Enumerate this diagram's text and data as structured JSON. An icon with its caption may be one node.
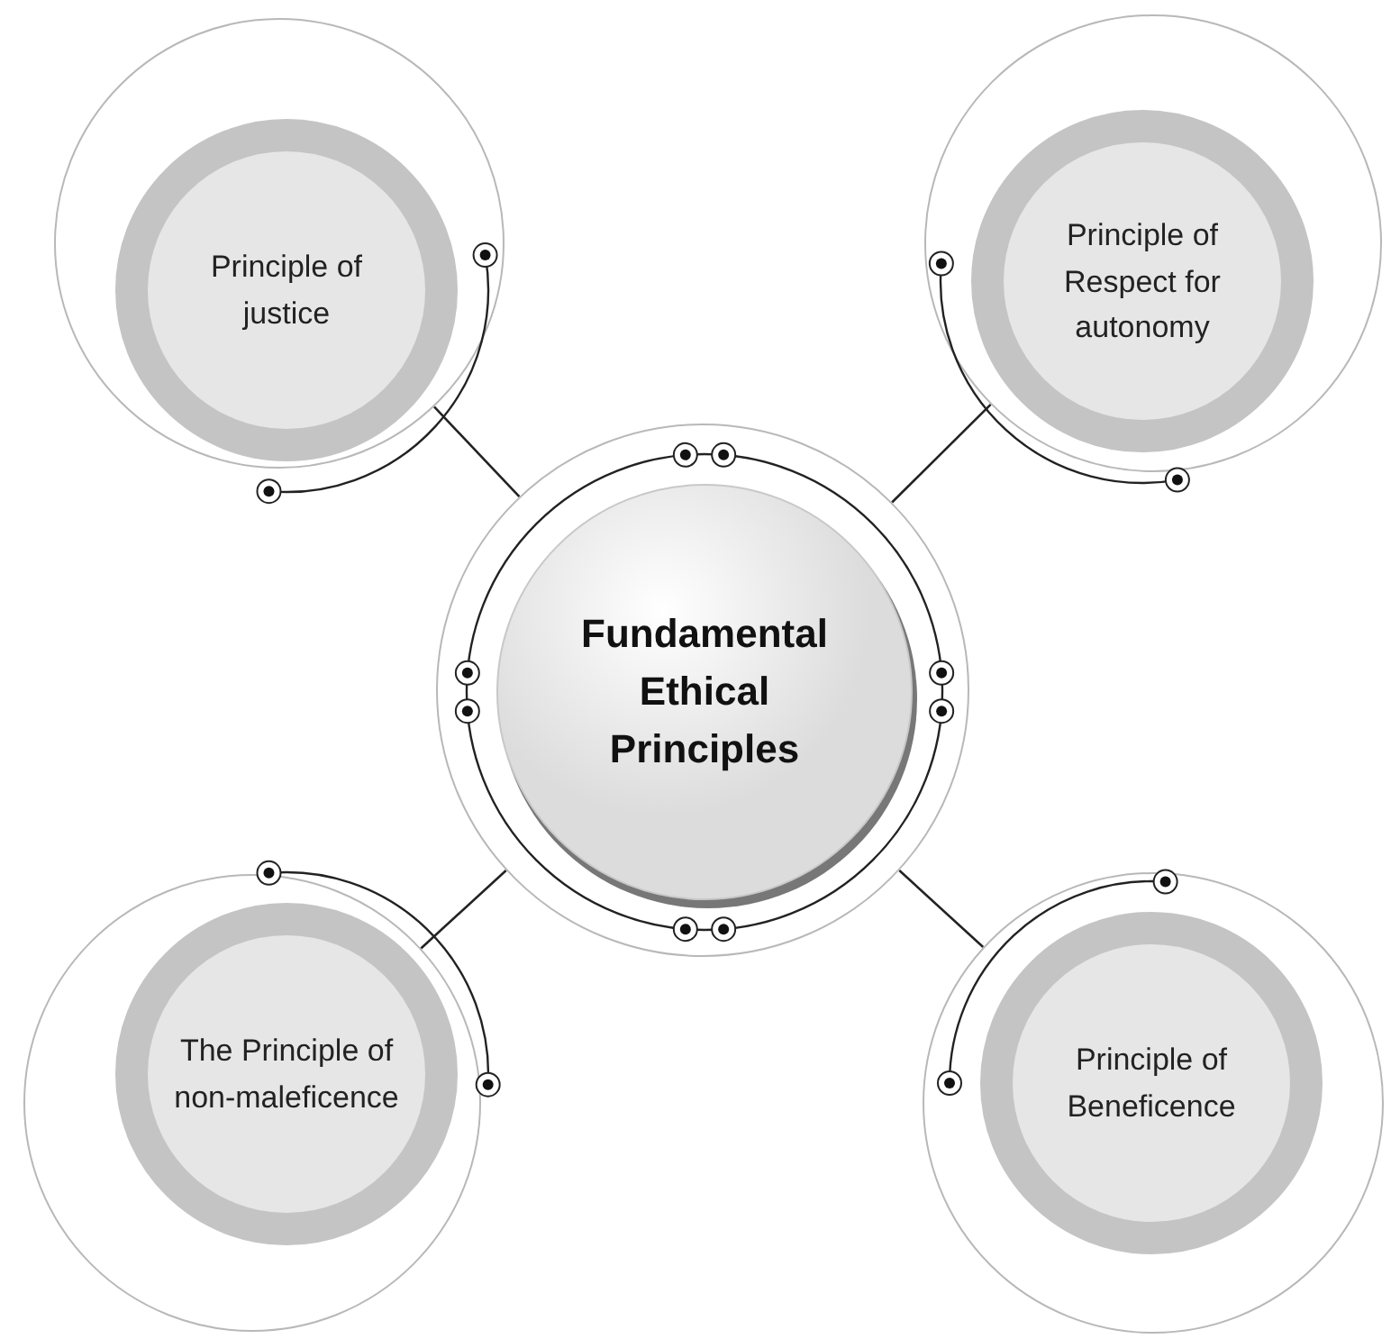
{
  "diagram": {
    "nodes": [
      {
        "text": [
          "Fundamental Ethical Principles"
        ]
      },
      {
        "text": [
          "Principle of justice"
        ]
      },
      {
        "text": [
          "Principle of Respect for autonomy"
        ]
      },
      {
        "text": [
          "The Principle of non-maleficence"
        ]
      },
      {
        "text": [
          "Principle of Beneficence"
        ]
      }
    ],
    "edges": [
      {
        "from": 0,
        "to": 1,
        "arrow": "none"
      },
      {
        "from": 0,
        "to": 2,
        "arrow": "none"
      },
      {
        "from": 0,
        "to": 3,
        "arrow": "none"
      },
      {
        "from": 0,
        "to": 4,
        "arrow": "none"
      }
    ]
  }
}
